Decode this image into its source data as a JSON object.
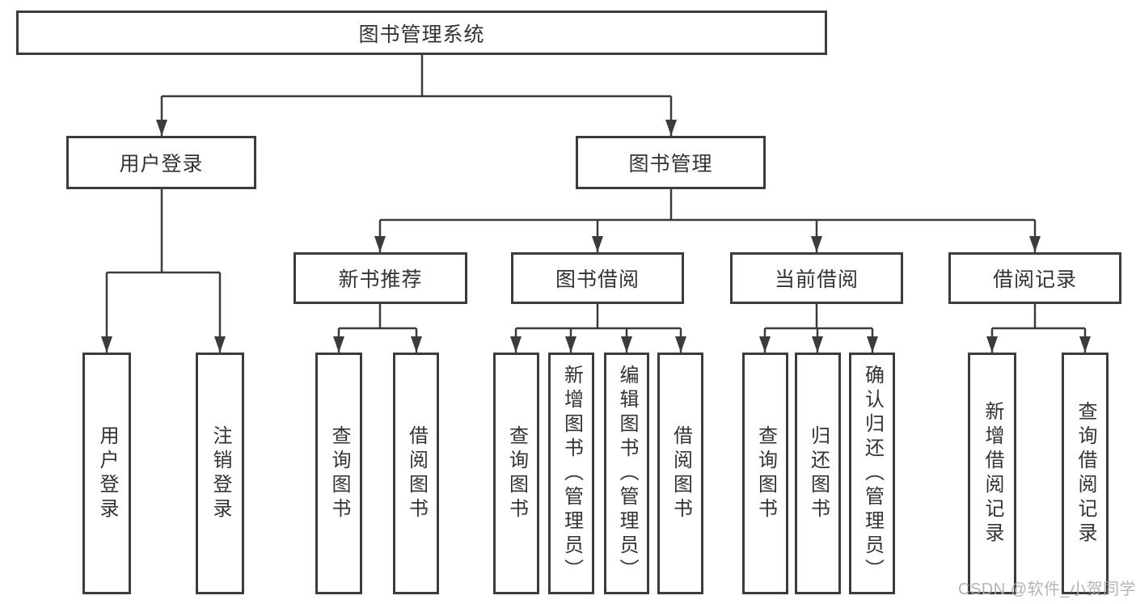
{
  "diagram": {
    "root": {
      "label": "图书管理系统"
    },
    "level2": {
      "login": {
        "label": "用户登录"
      },
      "management": {
        "label": "图书管理"
      }
    },
    "level3": {
      "new_books": {
        "label": "新书推荐"
      },
      "borrowing": {
        "label": "图书借阅"
      },
      "current": {
        "label": "当前借阅"
      },
      "records": {
        "label": "借阅记录"
      }
    },
    "leaves": {
      "login_1": {
        "label": "用户登录"
      },
      "login_2": {
        "label": "注销登录"
      },
      "new_books_1": {
        "label": "查询图书"
      },
      "new_books_2": {
        "label": "借阅图书"
      },
      "borrowing_1": {
        "label": "查询图书"
      },
      "borrowing_2": {
        "label": "新增图书（管理员）"
      },
      "borrowing_3": {
        "label": "编辑图书（管理员）"
      },
      "borrowing_4": {
        "label": "借阅图书"
      },
      "current_1": {
        "label": "查询图书"
      },
      "current_2": {
        "label": "归还图书"
      },
      "current_3": {
        "label": "确认归还（管理员）"
      },
      "records_1": {
        "label": "新增借阅记录"
      },
      "records_2": {
        "label": "查询借阅记录"
      }
    }
  },
  "watermark": {
    "text": "CSDN @软件_小贺同学"
  },
  "colors": {
    "line": "#3c3c3c",
    "text": "#333333",
    "background": "#ffffff",
    "watermark": "rgba(168,172,176,0.9)"
  }
}
